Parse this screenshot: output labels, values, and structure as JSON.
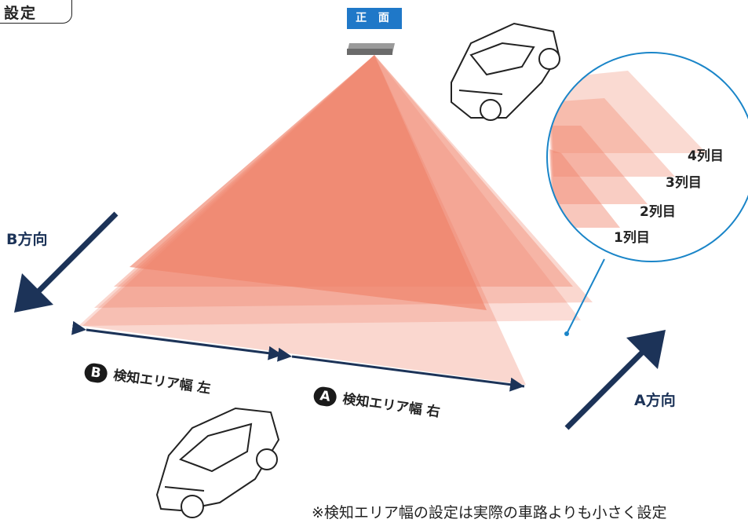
{
  "title": "設定",
  "front_label": "正 面",
  "direction_b": "B方向",
  "direction_a": "A方向",
  "rows": [
    "4列目",
    "3列目",
    "2列目",
    "1列目"
  ],
  "width_left": {
    "tag": "B",
    "text": "検知エリア幅",
    "side": "左"
  },
  "width_right": {
    "tag": "A",
    "text": "検知エリア幅",
    "side": "右"
  },
  "footnote": "※検知エリア幅の設定は実際の車路よりも小さく設定",
  "colors": {
    "fan": "#f0836a",
    "navy": "#1c3358",
    "blue": "#1f78c8",
    "circle_stroke": "#1a85c8"
  }
}
